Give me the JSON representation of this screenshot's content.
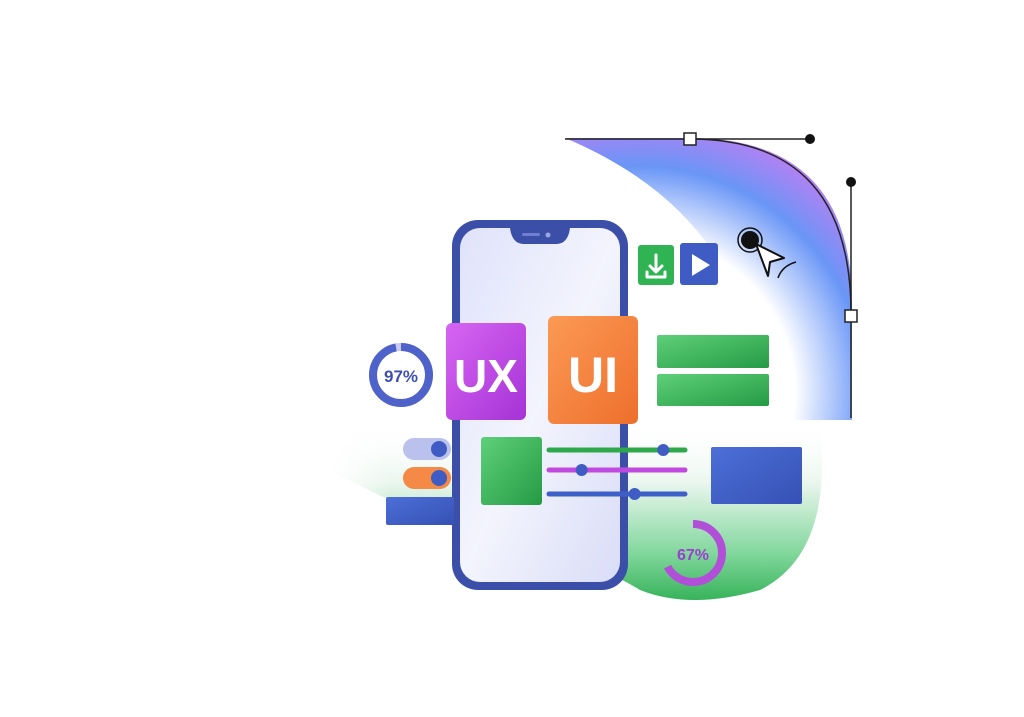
{
  "illustration": {
    "ux_tile": {
      "label": "UX",
      "color": "#c23fe6"
    },
    "ui_tile": {
      "label": "UI",
      "color": "#f47f3b"
    },
    "gauge_primary": {
      "label": "97%",
      "value": 0.97,
      "color": "#4f62c9"
    },
    "gauge_secondary": {
      "label": "67%",
      "value": 0.67,
      "color": "#b14fd9"
    },
    "sliders": [
      {
        "name": "green",
        "value": 0.84,
        "color": "#2ea84a"
      },
      {
        "name": "purple",
        "value": 0.24,
        "color": "#c04ae0"
      },
      {
        "name": "blue",
        "value": 0.63,
        "color": "#3f5fc8"
      }
    ],
    "toggles": [
      {
        "state": "on",
        "color": "#7a8ad8"
      },
      {
        "state": "on",
        "color": "#f48a45"
      }
    ],
    "icons": [
      "download-icon",
      "play-icon",
      "cursor-icon"
    ],
    "colors": {
      "green": "#33b556",
      "blue": "#3e5cc4",
      "purple": "#b44fe0",
      "orange": "#f47f3b",
      "phone_frame": "#3c4fa8"
    }
  }
}
